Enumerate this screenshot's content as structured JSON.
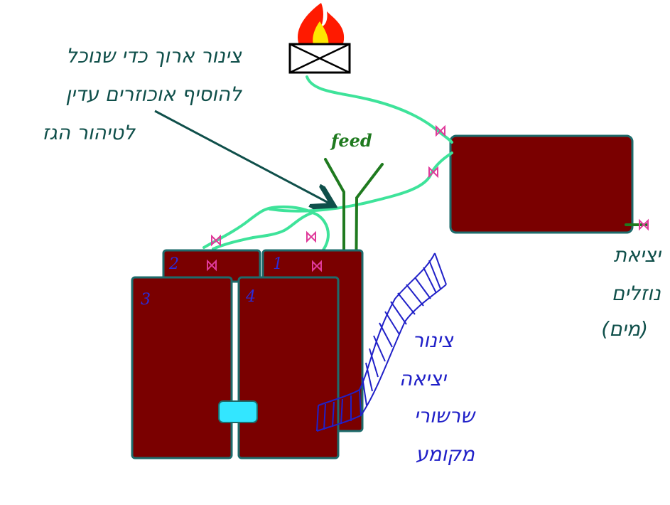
{
  "labels": {
    "top_note_line1": "צינור ארוך כדי שנוכל",
    "top_note_line2": "להוסיף אוכוזרים עדין",
    "top_note_line3": "לטיהור הגז",
    "feed": "feed",
    "outlet_line1": "יציאת",
    "outlet_line2": "נוזלים",
    "outlet_line3": "(מים)",
    "side_pipe_line1": "צינור",
    "side_pipe_line2": "יציאה",
    "side_pipe_line3": "שרשורי",
    "side_pipe_line4": "מקומע"
  },
  "tank_numbers": [
    "1",
    "2",
    "3",
    "4"
  ],
  "colors": {
    "tank_fill": "#7a0000",
    "tank_border": "#1d6b6b",
    "light_pipe": "#3ee39a",
    "feed_pipe": "#1f7a1f",
    "valve": "#e03a9a",
    "flame_outer": "#ff1a00",
    "flame_inner": "#ffe600",
    "sight_window": "#33e6ff",
    "flexible_hose": "#2020c8"
  },
  "icons": [
    "flame-icon",
    "burner-box-icon",
    "valve-icon",
    "arrow-icon"
  ]
}
